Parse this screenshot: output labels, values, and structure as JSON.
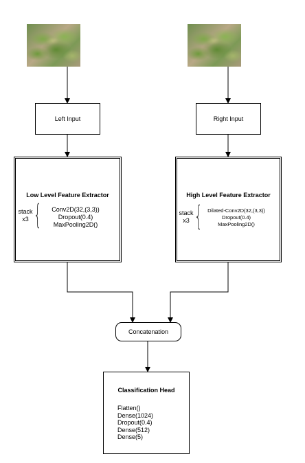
{
  "left_branch": {
    "image_icon": "leaf-photo",
    "input_label": "Left Input",
    "extractor_title": "Low Level Feature Extractor",
    "stack_label_line1": "stack",
    "stack_label_line2": "x3",
    "layers": [
      "Conv2D(32,(3,3))",
      "Dropout(0.4)",
      "MaxPooling2D()"
    ]
  },
  "right_branch": {
    "image_icon": "leaf-photo",
    "input_label": "Right Input",
    "extractor_title": "High Level Feature Extractor",
    "stack_label_line1": "stack",
    "stack_label_line2": "x3",
    "layers": [
      "Dilated-Conv2D(32,(3,3))",
      "Dropout(0.4)",
      "MaxPooling2D()"
    ]
  },
  "concatenation_label": "Concatenation",
  "classification_head": {
    "title": "Classification Head",
    "layers": [
      "Flatten()",
      "Dense(1024)",
      "Dropout(0.4)",
      "Dense(512)",
      "Dense(5)"
    ]
  }
}
